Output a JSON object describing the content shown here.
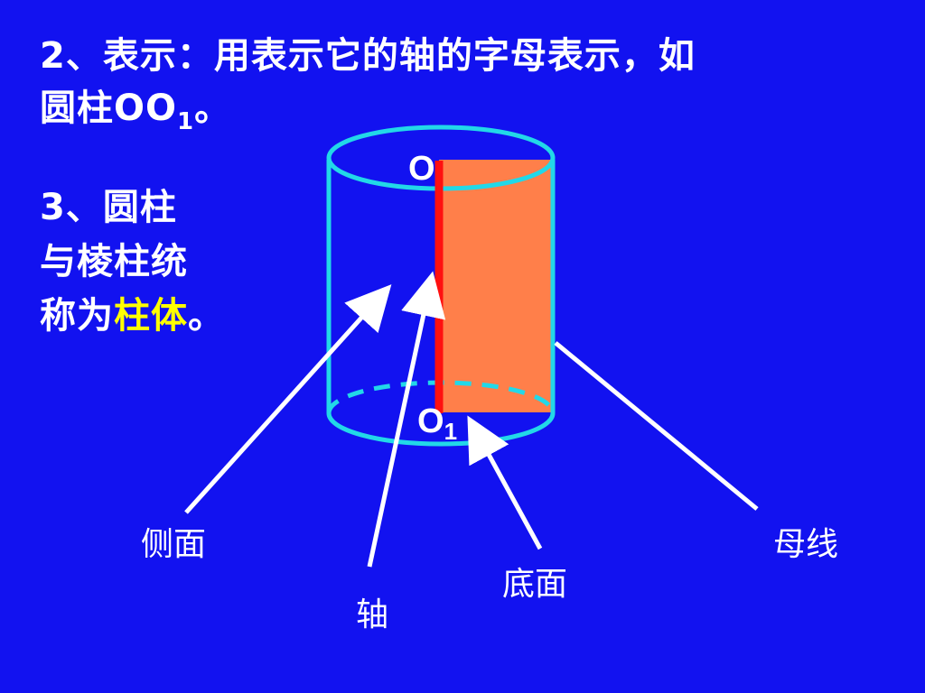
{
  "text": {
    "line1": "2、表示：用表示它的轴的字母表示，如",
    "line2_prefix": "圆柱OO",
    "line2_sub": "1",
    "line2_suffix": "。",
    "line3": "3、圆柱",
    "line4": "与棱柱统",
    "line5_prefix": "称为",
    "line5_highlight": "柱体",
    "line5_suffix": "。"
  },
  "diagram": {
    "top_point": "O",
    "bottom_point": "O",
    "bottom_point_sub": "1",
    "label_side": "侧面",
    "label_axis": "轴",
    "label_base": "底面",
    "label_generatrix": "母线"
  },
  "colors": {
    "background": "#1212f0",
    "cylinder": "#22d8e8",
    "section": "#ff7f4a",
    "axis": "#ff1010",
    "arrow": "#ffffff",
    "highlight": "#ffff00"
  }
}
